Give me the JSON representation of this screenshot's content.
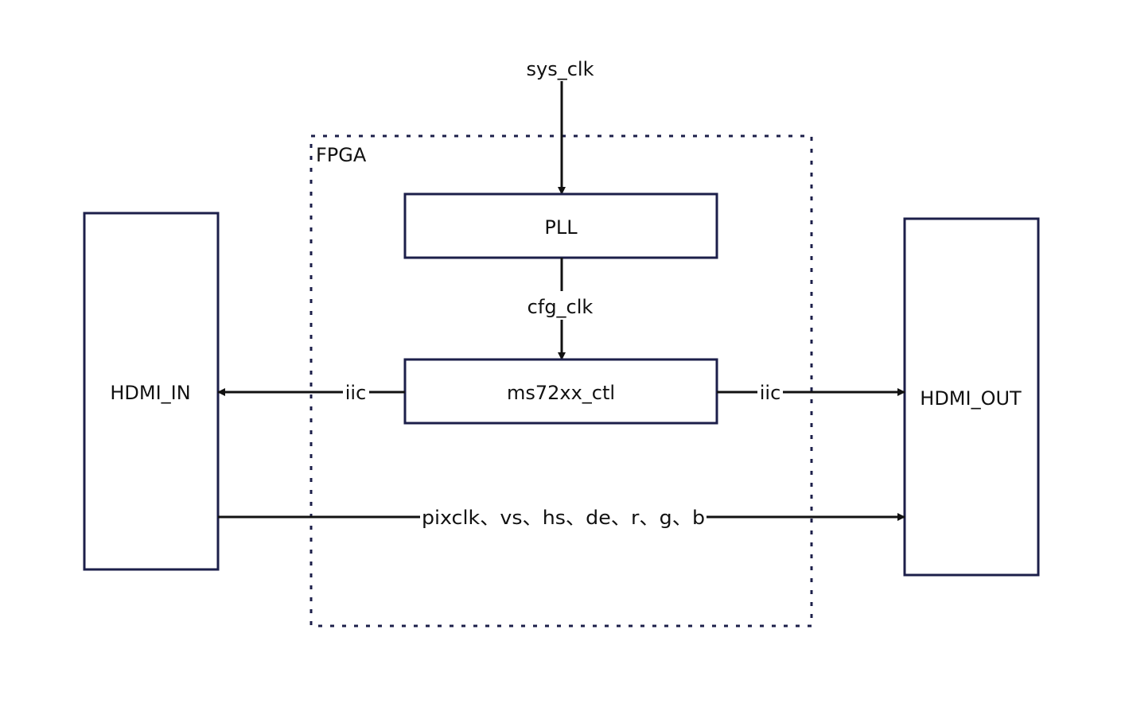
{
  "colors": {
    "box_stroke": "#1c1f4a",
    "line": "#111111",
    "text": "#111111",
    "background": "#ffffff"
  },
  "diagram": {
    "fpga_label": "FPGA",
    "sys_clk_label": "sys_clk",
    "pll_label": "PLL",
    "cfg_clk_label": "cfg_clk",
    "ctl_label": "ms72xx_ctl",
    "hdmi_in_label": "HDMI_IN",
    "hdmi_out_label": "HDMI_OUT",
    "iic_left_label": "iic",
    "iic_right_label": "iic",
    "bus_label": "pixclk、vs、hs、de、r、g、b"
  }
}
